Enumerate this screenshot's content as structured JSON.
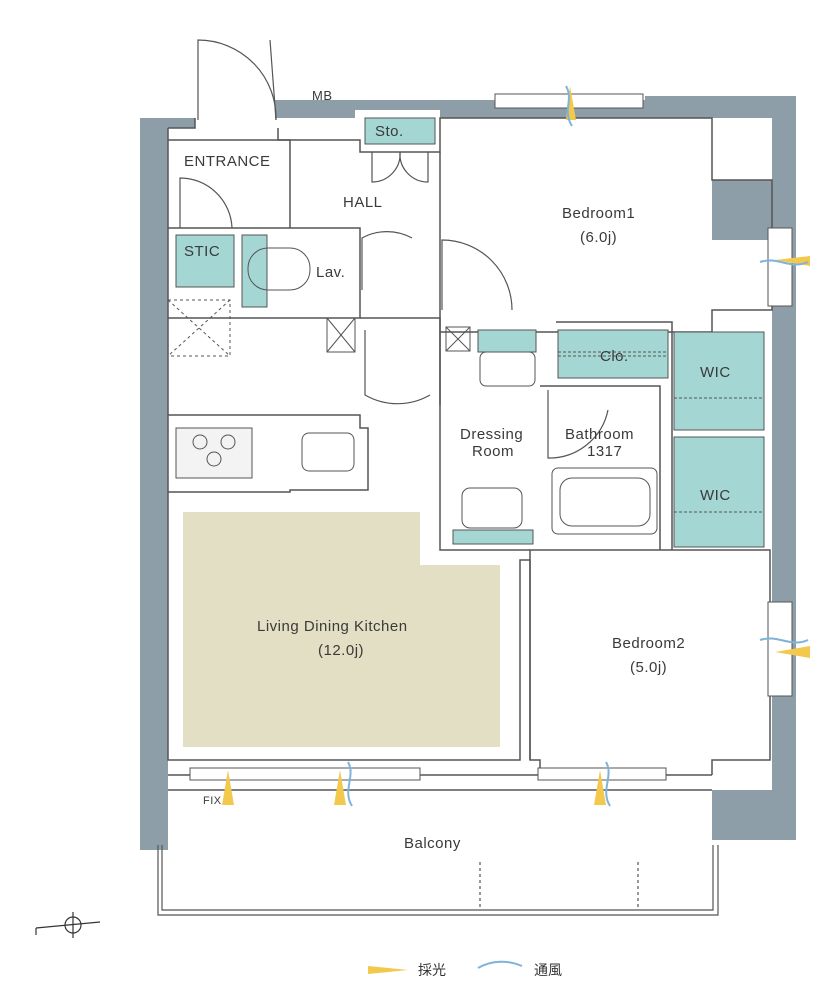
{
  "rooms": {
    "entrance": "ENTRANCE",
    "mb": "MB",
    "sto": "Sto.",
    "hall": "HALL",
    "stic": "STIC",
    "lav": "Lav.",
    "bedroom1_name": "Bedroom1",
    "bedroom1_size": "(6.0j)",
    "clo": "Clo.",
    "wic1": "WIC",
    "wic2": "WIC",
    "dressing_line1": "Dressing",
    "dressing_line2": "Room",
    "bathroom_line1": "Bathroom",
    "bathroom_line2": "1317",
    "ldk_name": "Living Dining Kitchen",
    "ldk_size": "(12.0j)",
    "bedroom2_name": "Bedroom2",
    "bedroom2_size": "(5.0j)",
    "balcony": "Balcony",
    "fix": "FIX"
  },
  "legend": {
    "light_label": "採光",
    "ventilation_label": "通風"
  },
  "colors": {
    "wall": "#8e9ea9",
    "accent_teal": "#a4d6d3",
    "ldk_floor": "#e3dfc4",
    "light_yellow": "#f2c94c",
    "ventilation_blue": "#7fb3d9",
    "line": "#555555"
  }
}
